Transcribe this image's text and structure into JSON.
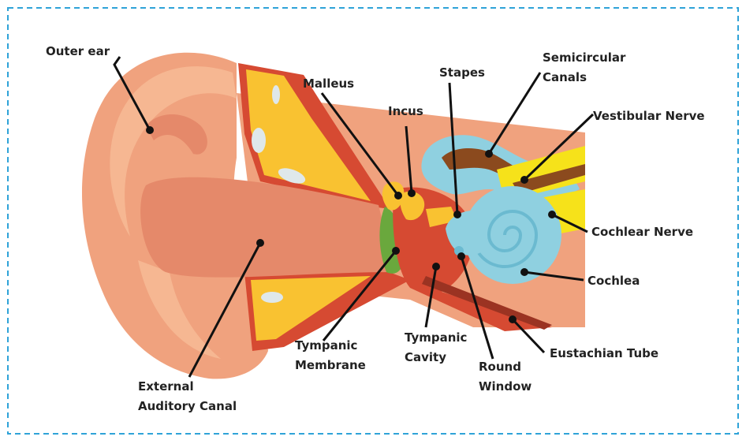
{
  "labels": {
    "outer_ear": "Outer ear",
    "malleus": "Malleus",
    "incus": "Incus",
    "stapes": "Stapes",
    "semicircular": [
      "Semicircular",
      "Canals"
    ],
    "vestibular_nerve": "Vestibular Nerve",
    "cochlear_nerve": "Cochlear Nerve",
    "cochlea": "Cochlea",
    "eustachian_tube": "Eustachian Tube",
    "round_window": [
      "Round",
      "Window"
    ],
    "tympanic_cavity": [
      "Tympanic",
      "Cavity"
    ],
    "tympanic_membrane": [
      "Tympanic",
      "Membrane"
    ],
    "external_auditory_canal": [
      "External",
      "Auditory Canal"
    ]
  },
  "colors": {
    "frame": "#2fa3d8",
    "skin": "#f0a27e",
    "skin_light": "#f6b792",
    "skin_dark": "#e5896a",
    "cartilage": "#f9c231",
    "red": "#d64a32",
    "dark_red": "#9b3322",
    "green": "#6aa83d",
    "blue": "#8fd0e0",
    "brown": "#8b4a1e",
    "nerve_yellow": "#f6e21a",
    "line": "#111111"
  }
}
